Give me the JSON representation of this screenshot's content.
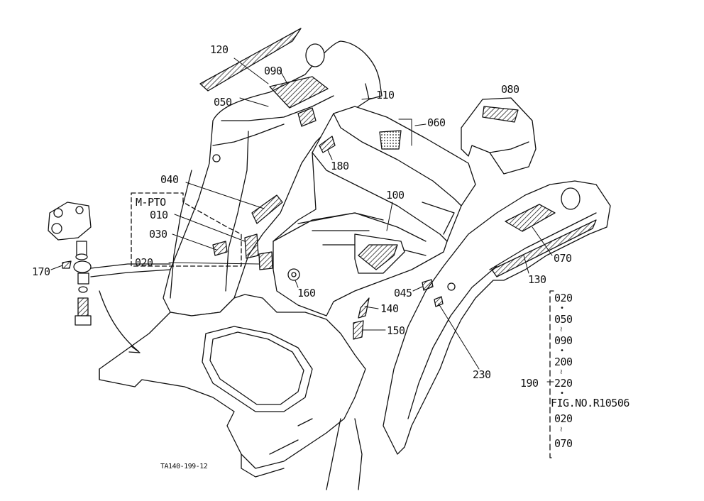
{
  "colors": {
    "ink": "#111111",
    "paper": "#ffffff",
    "hatch": "#222222"
  },
  "callouts": {
    "c120": "120",
    "c090": "090",
    "c050": "050",
    "c110": "110",
    "c080": "080",
    "c060": "060",
    "c180": "180",
    "c040": "040",
    "c010": "010",
    "c030": "030",
    "c020": "020",
    "c100": "100",
    "c160": "160",
    "c170": "170",
    "c045": "045",
    "c140": "140",
    "c150": "150",
    "c230": "230",
    "c070": "070",
    "c130": "130",
    "c190": "190"
  },
  "option_label": "M-PTO",
  "range_list": {
    "r1": "020",
    "r2": "050",
    "r3": "090",
    "r4": "200",
    "r5": "220",
    "fig_no": "FIG.NO.R10506",
    "r6": "020",
    "r7": "070"
  },
  "drawing_code": "TA140-199-12"
}
